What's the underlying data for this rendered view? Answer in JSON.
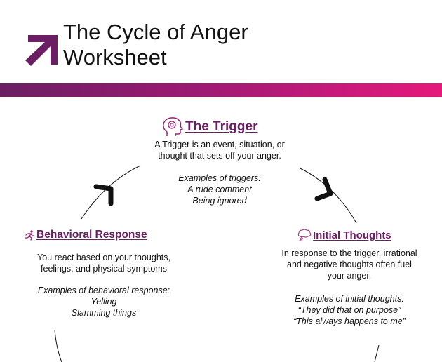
{
  "header": {
    "title_line1": "The Cycle of Anger",
    "title_line2": "Worksheet"
  },
  "colors": {
    "brand_purple": "#6b1e63",
    "gradient_start": "#6b1e63",
    "gradient_end": "#e5197a"
  },
  "trigger": {
    "icon": "head-brain-icon",
    "heading": "The Trigger",
    "description_line1": "A Trigger is an event, situation, or",
    "description_line2": "thought that sets off your anger.",
    "examples_title": "Examples of triggers:",
    "examples": [
      "A rude comment",
      "Being ignored"
    ]
  },
  "behavioral": {
    "icon": "running-person-icon",
    "heading": "Behavioral Response",
    "description_line1": "You react based on your thoughts,",
    "description_line2": "feelings, and physical symptoms",
    "examples_title": "Examples of behavioral response:",
    "examples": [
      "Yelling",
      "Slamming things"
    ]
  },
  "thoughts": {
    "icon": "thought-bubble-icon",
    "heading": "Initial Thoughts",
    "description_line1": "In response to the trigger, irrational",
    "description_line2": "and negative thoughts often fuel",
    "description_line3": "your anger.",
    "examples_title": "Examples of initial thoughts:",
    "examples": [
      "“They did that on purpose”",
      "“This always happens to me”"
    ]
  }
}
